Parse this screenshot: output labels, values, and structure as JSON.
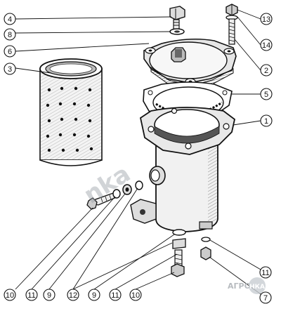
{
  "diagram": {
    "callouts": {
      "c4": "4",
      "c8": "8",
      "c6": "6",
      "c3": "3",
      "c13": "13",
      "c14": "14",
      "c2": "2",
      "c5": "5",
      "c1": "1",
      "b10a": "10",
      "b11a": "11",
      "b9a": "9",
      "b12": "12",
      "b9b": "9",
      "b11b": "11",
      "b10b": "10",
      "r11": "11",
      "r7": "7"
    }
  },
  "watermark": {
    "center_text": "nka",
    "corner_prefix": "АГРО",
    "corner_badge": "НКА"
  }
}
